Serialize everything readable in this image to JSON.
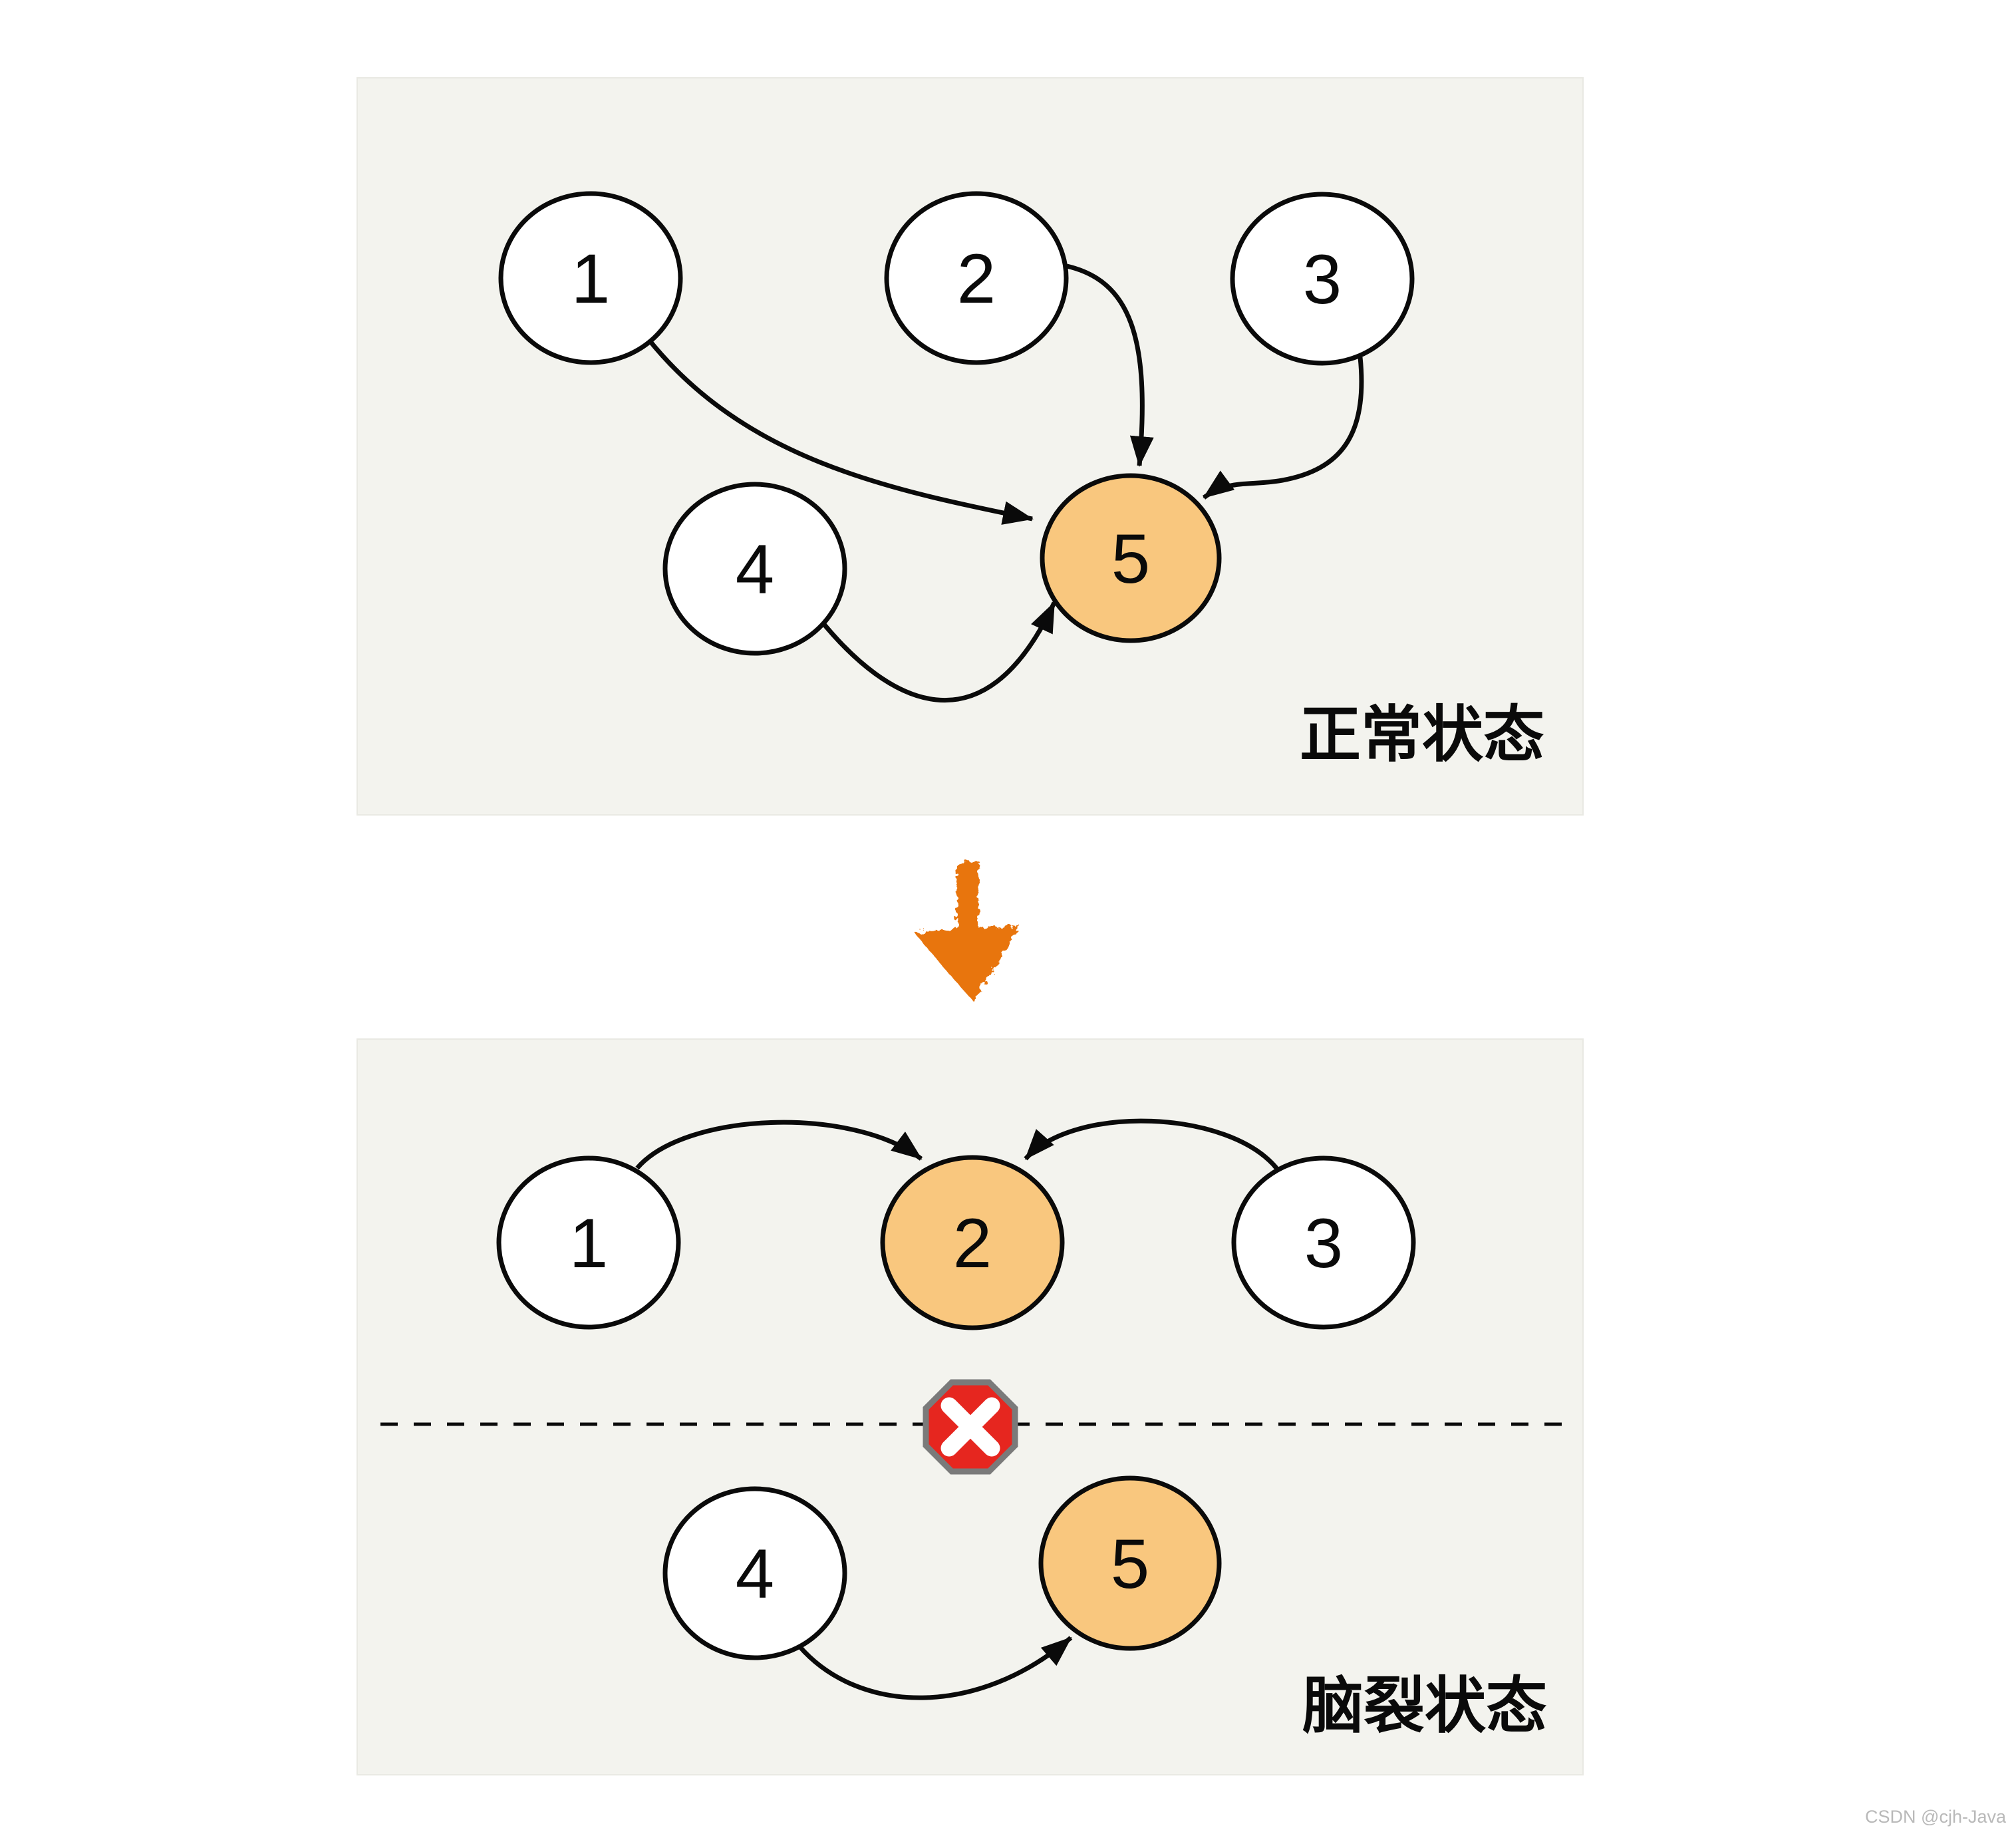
{
  "watermark": {
    "text": "CSDN @cjh-Java"
  },
  "colors": {
    "panel_bg": "#F3F3EE",
    "node_fill": "#FFFFFF",
    "node_stroke": "#0A0A0A",
    "highlight_fill": "#F9C77E",
    "transition_arrow": "#E8740E",
    "blocked_fill": "#E6261F",
    "blocked_border": "#7A7A7A",
    "blocked_x": "#FFFFFF",
    "watermark_color": "#B9B9B9"
  },
  "diagram": {
    "top_panel": {
      "title": "正常状态",
      "nodes": [
        {
          "label": "1",
          "highlighted": false
        },
        {
          "label": "2",
          "highlighted": false
        },
        {
          "label": "3",
          "highlighted": false
        },
        {
          "label": "4",
          "highlighted": false
        },
        {
          "label": "5",
          "highlighted": true
        }
      ],
      "edges": [
        {
          "from": "1",
          "to": "5"
        },
        {
          "from": "2",
          "to": "5"
        },
        {
          "from": "3",
          "to": "5"
        },
        {
          "from": "4",
          "to": "5"
        }
      ]
    },
    "transition": {
      "icon": "down-arrow-crayon-icon"
    },
    "bottom_panel": {
      "title": "脑裂状态",
      "nodes": [
        {
          "label": "1",
          "highlighted": false
        },
        {
          "label": "2",
          "highlighted": true
        },
        {
          "label": "3",
          "highlighted": false
        },
        {
          "label": "4",
          "highlighted": false
        },
        {
          "label": "5",
          "highlighted": true
        }
      ],
      "edges": [
        {
          "from": "1",
          "to": "2"
        },
        {
          "from": "3",
          "to": "2"
        },
        {
          "from": "4",
          "to": "5"
        }
      ],
      "partition": {
        "icon": "blocked-x-octagon-icon",
        "style": "dashed-line"
      }
    }
  }
}
